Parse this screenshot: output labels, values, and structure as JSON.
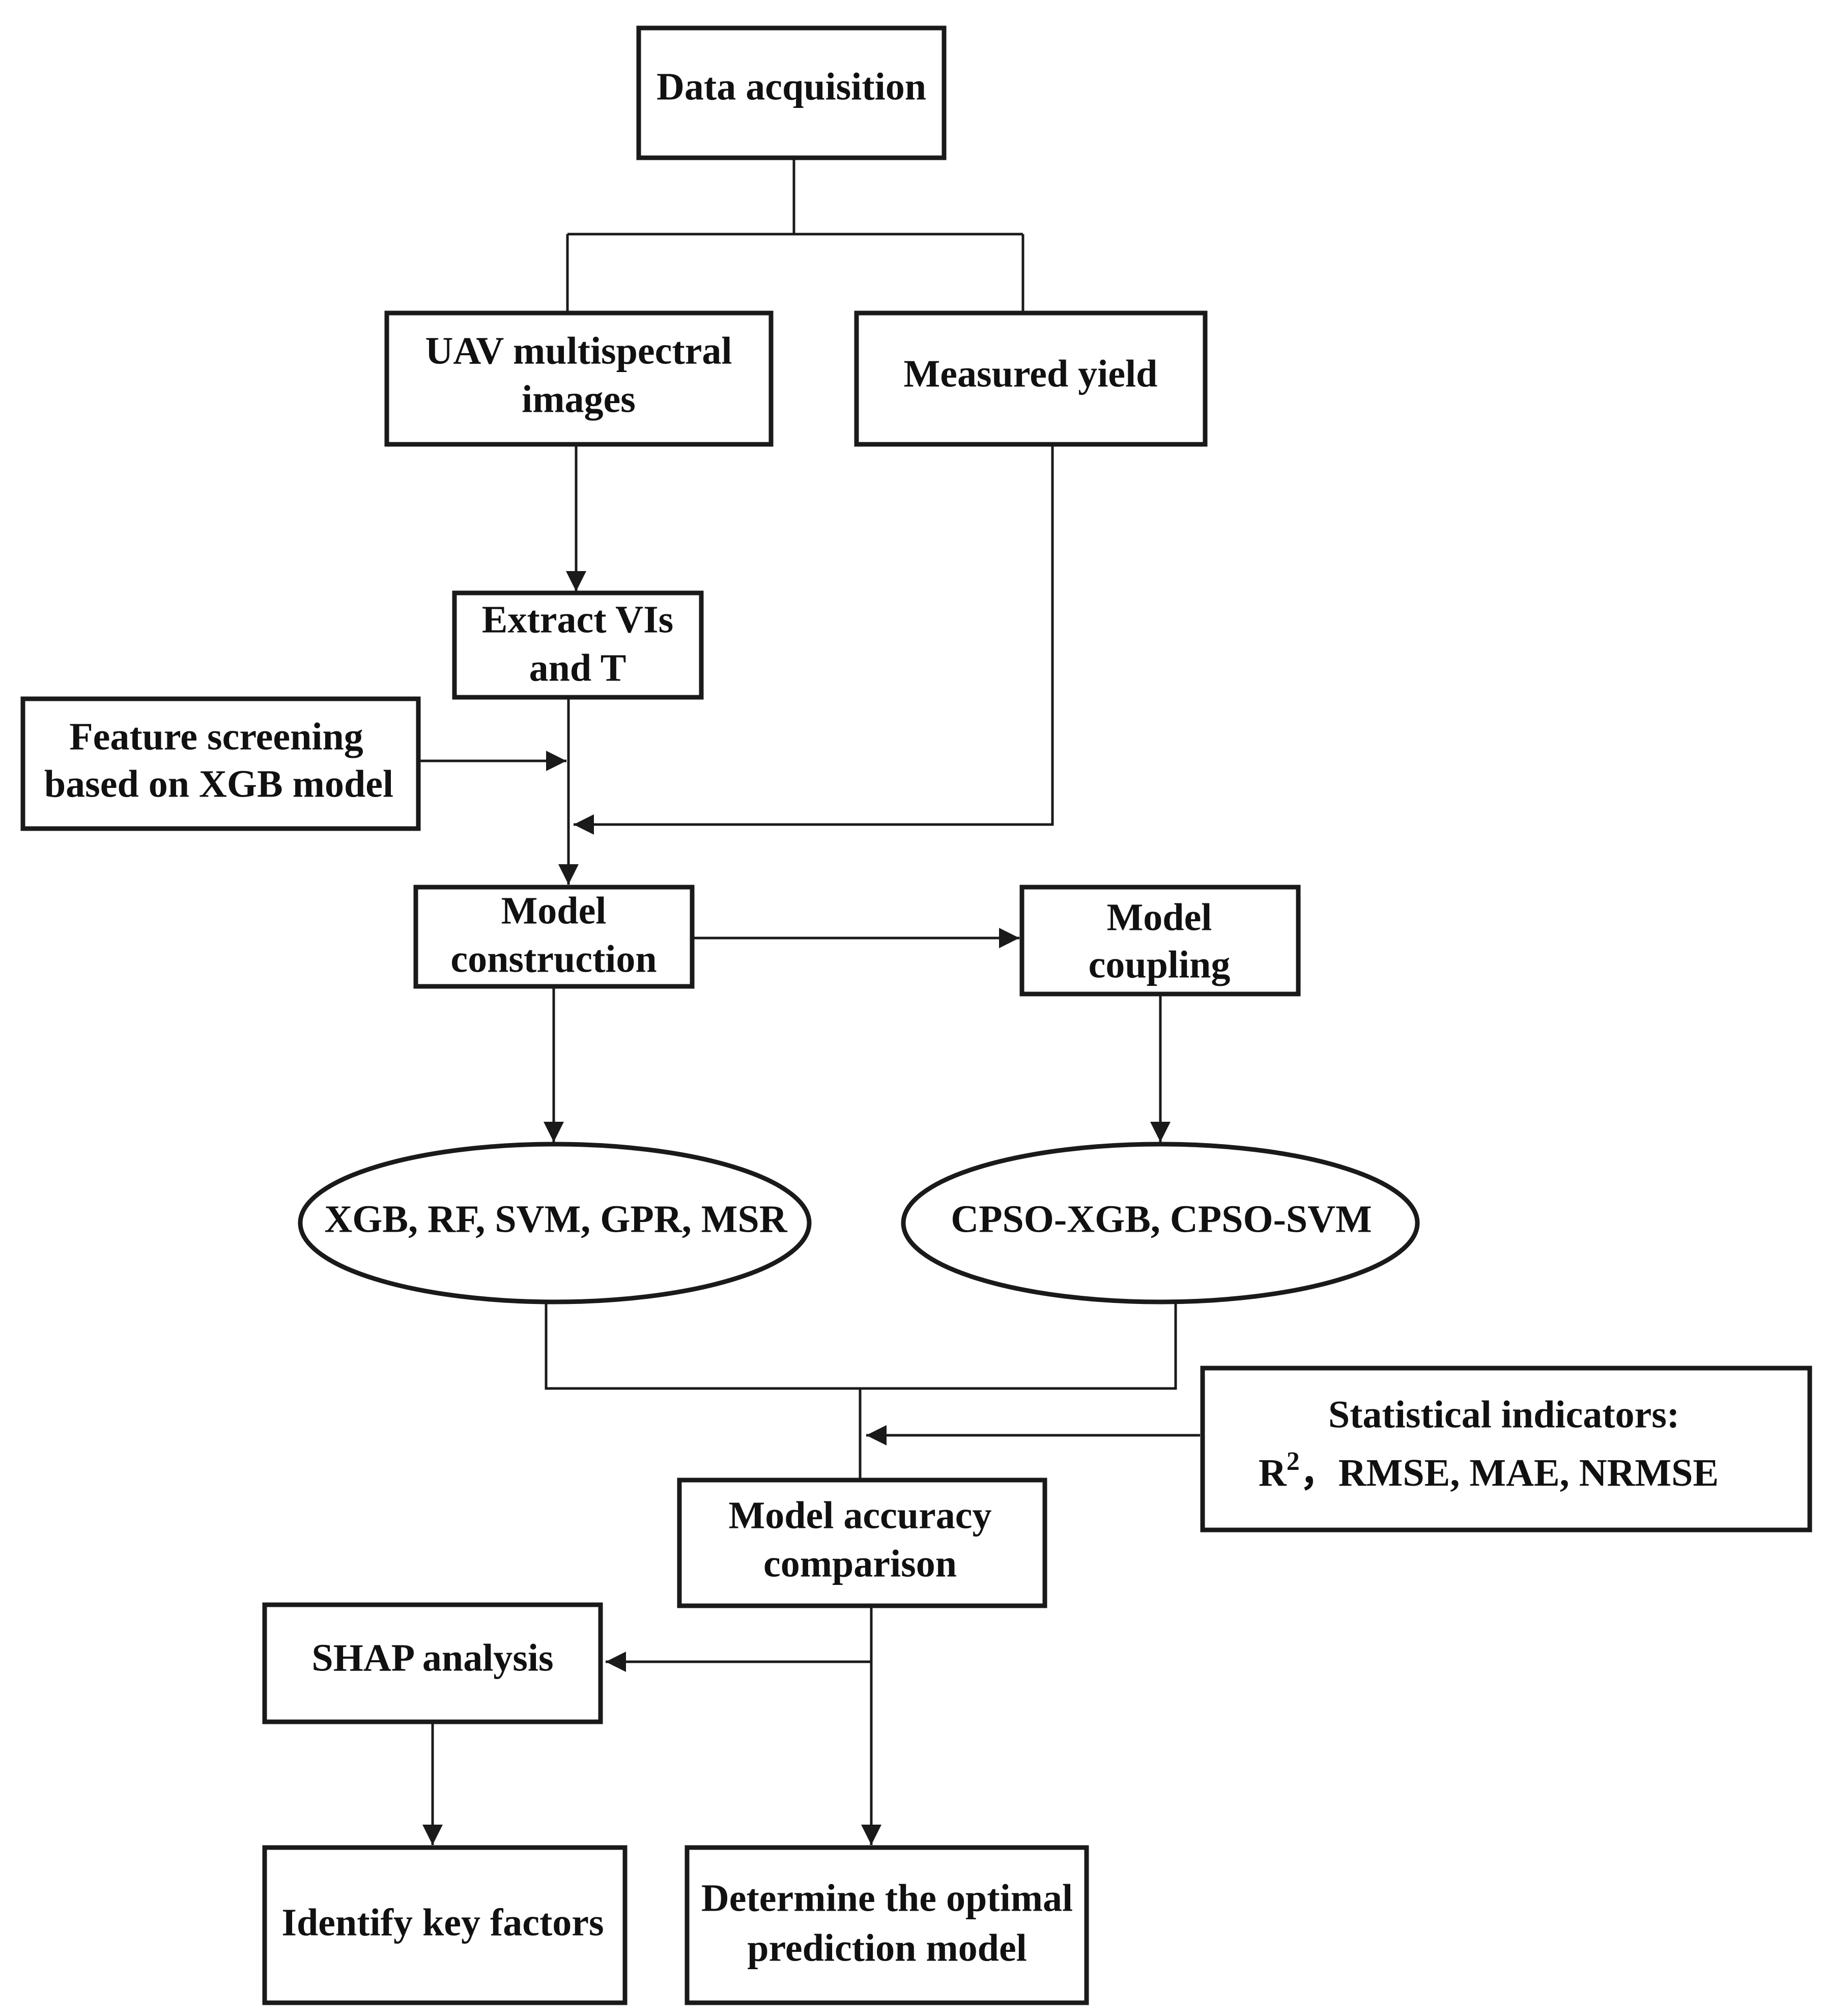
{
  "nodes": {
    "data_acquisition": "Data acquisition",
    "uav_images": [
      "UAV multispectral",
      "images"
    ],
    "measured_yield": "Measured yield",
    "extract_vis": [
      "Extract VIs",
      "and T"
    ],
    "feature_screening": [
      "Feature screening",
      "based on XGB model"
    ],
    "model_construction": [
      "Model",
      "construction"
    ],
    "model_coupling": [
      "Model",
      "coupling"
    ],
    "base_models": "XGB, RF, SVM, GPR, MSR",
    "coupled_models": "CPSO-XGB, CPSO-SVM",
    "statistical_indicators": {
      "line1": "Statistical indicators:",
      "r_base": "R",
      "r_exp": "2",
      "rest": "，RMSE, MAE, NRMSE"
    },
    "accuracy_comparison": [
      "Model accuracy",
      "comparison"
    ],
    "shap_analysis": "SHAP analysis",
    "key_factors": "Identify key factors",
    "optimal_model": [
      "Determine the optimal",
      "prediction model"
    ]
  },
  "colors": {
    "stroke": "#1a1a1a",
    "text": "#111111",
    "background": "#ffffff"
  }
}
